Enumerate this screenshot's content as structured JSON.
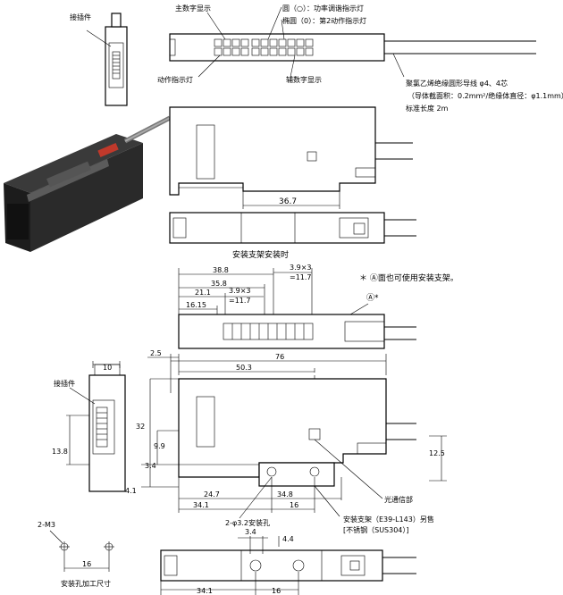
{
  "labels": {
    "connector_top": "接插件",
    "main_display": "主数字显示",
    "circle_indicator": "圆（○）：功率调谐指示灯",
    "ellipse_indicator": "椭圆（0）：第2动作指示灯",
    "action_indicator": "动作指示灯",
    "sub_display": "辅数字显示",
    "cable_line1": "聚氯乙烯绝缘圆形导线 φ4、4芯",
    "cable_line2": "（导体截面积：0.2mm²/绝缘体直径：φ1.1mm）",
    "cable_line3": "标准长度 2m",
    "bracket_title": "安装支架安装时",
    "note_a": "＊ Ⓐ面也可使用安装支架。",
    "a_mark": "Ⓐ*",
    "connector_side": "接插件",
    "light_part": "光通信部",
    "mount_holes": "2-φ3.2安装孔",
    "bracket_line1": "安装支架（E39-L143）另售",
    "bracket_line2": "[不锈钢（SUS304）]",
    "m3": "2-M3",
    "hole_dims": "安装孔加工尺寸"
  },
  "dims": {
    "d36_7": "36.7",
    "d38_8": "38.8",
    "d35_8": "35.8",
    "d21_1": "21.1",
    "d16_15": "16.15",
    "d3_9x3_a": "3.9×3",
    "d11_7_a": "=11.7",
    "d3_9x3_b": "3.9×3",
    "d11_7_b": "=11.7",
    "d10": "10",
    "d2_5": "2.5",
    "d76": "76",
    "d50_3": "50.3",
    "d32": "32",
    "d13_8": "13.8",
    "d9_9": "9.9",
    "d3_4_a": "3.4",
    "d4_1": "4.1",
    "d12_5": "12.5",
    "d24_7": "24.7",
    "d34_8": "34.8",
    "d34_1_a": "34.1",
    "d16_a": "16",
    "d16_b": "16",
    "d3_4_b": "3.4",
    "d4_4": "4.4",
    "d34_1_b": "34.1",
    "d16_c": "16"
  }
}
